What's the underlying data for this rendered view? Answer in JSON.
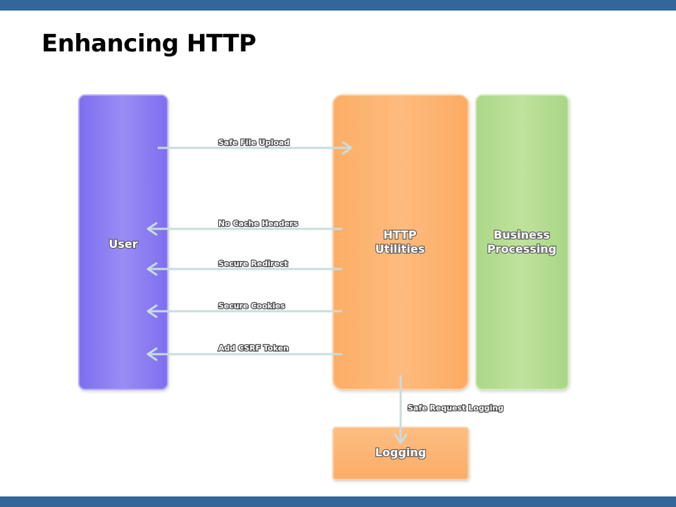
{
  "slide": {
    "title": "Enhancing HTTP",
    "band_color": "#336699"
  },
  "boxes": {
    "user": {
      "label": "User",
      "color": "#9586f2"
    },
    "http_utilities": {
      "label_line1": "HTTP",
      "label_line2": "Utilities",
      "color": "#fdb777"
    },
    "business_processing": {
      "label_line1": "Business",
      "label_line2": "Processing",
      "color": "#bde199"
    },
    "logging": {
      "label": "Logging",
      "color": "#fdb777"
    }
  },
  "arrows": {
    "safe_file_upload": {
      "label": "Safe File Upload",
      "direction": "user-to-http-utilities"
    },
    "no_cache_headers": {
      "label": "No Cache Headers",
      "direction": "http-utilities-to-user"
    },
    "secure_redirect": {
      "label": "Secure Redirect",
      "direction": "http-utilities-to-user"
    },
    "secure_cookies": {
      "label": "Secure Cookies",
      "direction": "http-utilities-to-user"
    },
    "add_csrf_token": {
      "label": "Add CSRF Token",
      "direction": "http-utilities-to-user"
    },
    "safe_request_logging": {
      "label": "Safe Request Logging",
      "direction": "http-utilities-to-logging"
    }
  },
  "colors": {
    "arrow": "#c9dcde"
  }
}
